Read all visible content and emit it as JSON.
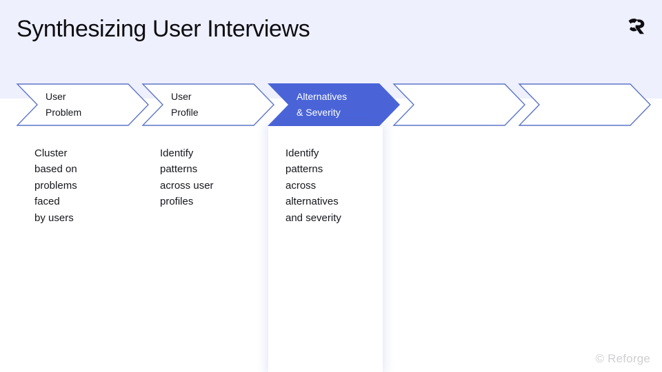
{
  "slide": {
    "title": "Synthesizing User Interviews",
    "logo_icon": "reforge-logo-icon",
    "watermark": "© Reforge",
    "colors": {
      "header_band": "#eef0fd",
      "accent_blue": "#4a64d8",
      "chevron_border": "#5c74c8",
      "body_background": "#ffffff",
      "text": "#15161c",
      "watermark": "#cfcfd4"
    }
  },
  "process_steps": [
    {
      "index": 1,
      "line1": "User",
      "line2": "Problem",
      "active": false
    },
    {
      "index": 2,
      "line1": "User",
      "line2": "Profile",
      "active": false
    },
    {
      "index": 3,
      "line1": "Alternatives",
      "line2": "& Severity",
      "active": true
    },
    {
      "index": 4,
      "line1": "",
      "line2": "",
      "active": false
    },
    {
      "index": 5,
      "line1": "",
      "line2": "",
      "active": false
    }
  ],
  "columns": [
    {
      "step_index": 1,
      "lines": [
        "Cluster",
        "based on",
        "problems",
        "faced",
        "by users"
      ]
    },
    {
      "step_index": 2,
      "lines": [
        "Identify",
        "patterns",
        "across user",
        "profiles"
      ]
    },
    {
      "step_index": 3,
      "lines": [
        "Identify",
        "patterns",
        "across",
        "alternatives",
        "and severity"
      ]
    }
  ]
}
